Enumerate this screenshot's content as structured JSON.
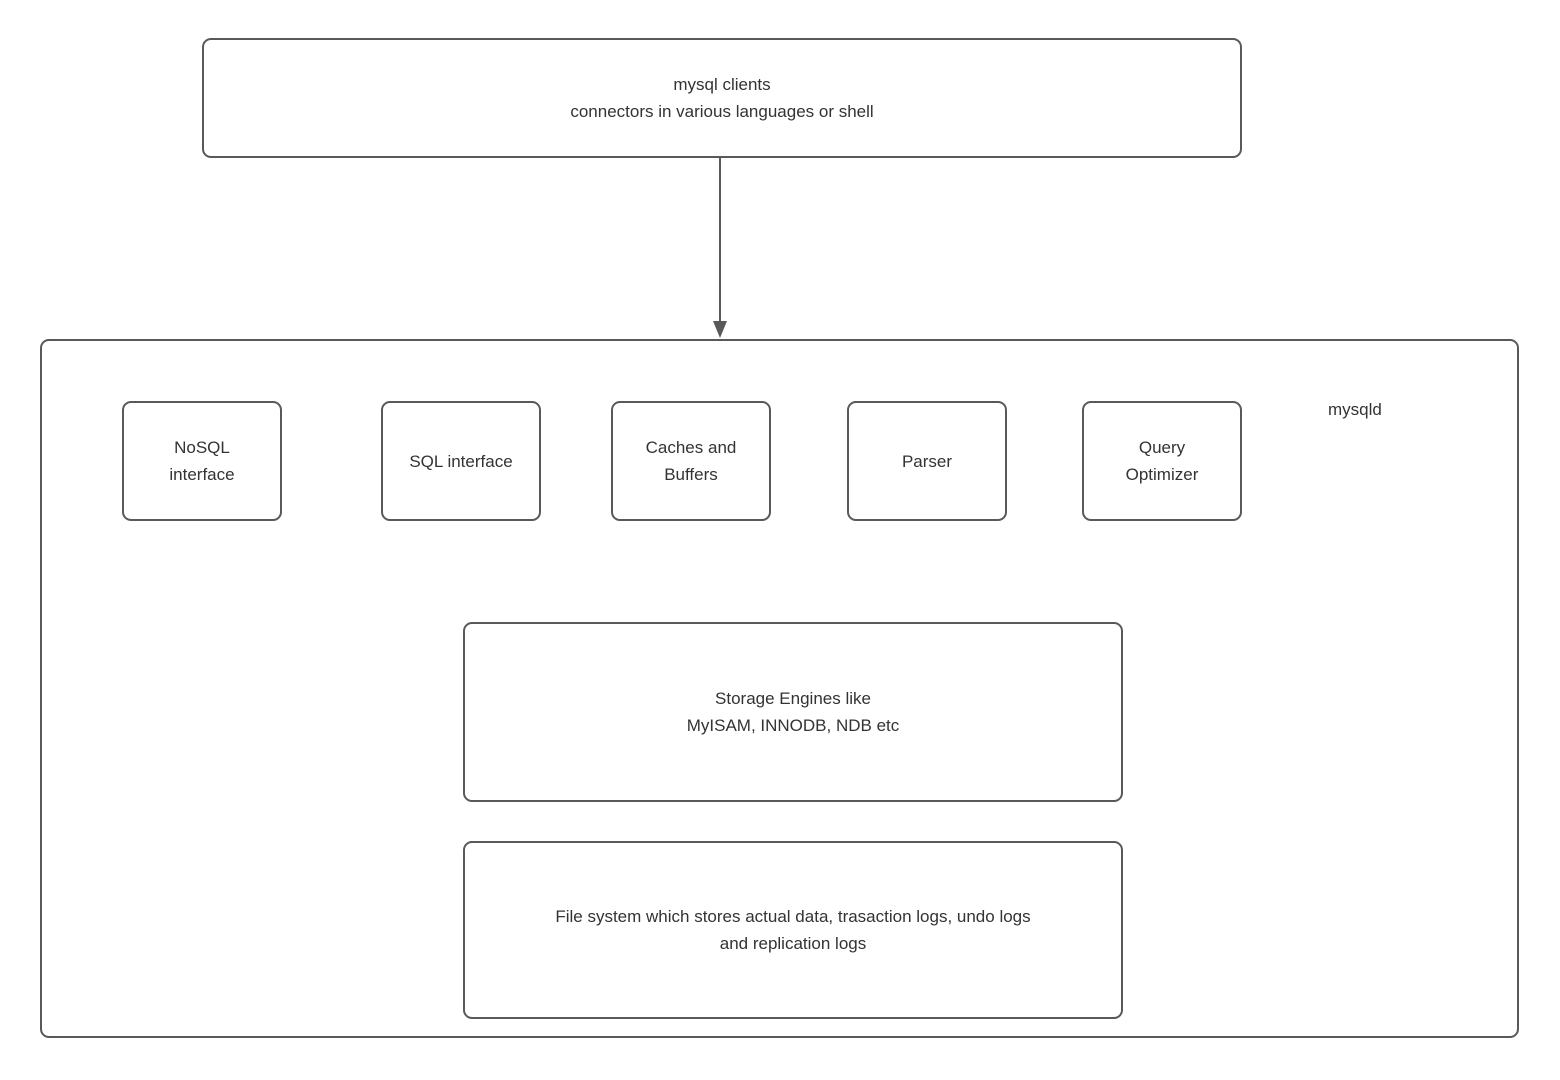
{
  "colors": {
    "border": "#595959",
    "arrow": "#595959",
    "text": "#333333",
    "background": "#ffffff"
  },
  "clients_box": {
    "label": "mysql clients\nconnectors in various languages or shell"
  },
  "mysqld_container": {
    "label": "mysqld",
    "components": [
      {
        "label": "NoSQL\ninterface"
      },
      {
        "label": "SQL interface"
      },
      {
        "label": "Caches and\nBuffers"
      },
      {
        "label": "Parser"
      },
      {
        "label": "Query\nOptimizer"
      }
    ],
    "storage_engines_box": {
      "label": "Storage Engines like\nMyISAM, INNODB, NDB etc"
    },
    "file_system_box": {
      "label": "File system which stores actual data, trasaction logs, undo logs\nand replication logs"
    }
  }
}
